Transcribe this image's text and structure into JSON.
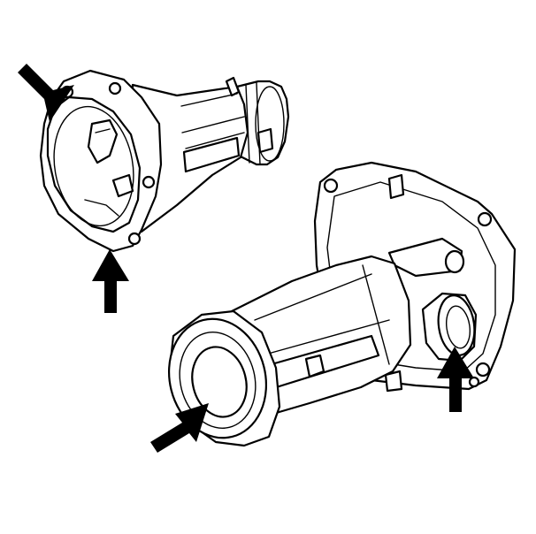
{
  "diagram": {
    "parts": [
      {
        "id": "housing-upper-left",
        "icon": "extension-housing-icon"
      },
      {
        "id": "housing-lower-right",
        "icon": "extension-housing-icon"
      }
    ],
    "callouts": 4,
    "colors": {
      "line": "#000000",
      "fill": "#ffffff",
      "arrow": "#000000"
    }
  }
}
